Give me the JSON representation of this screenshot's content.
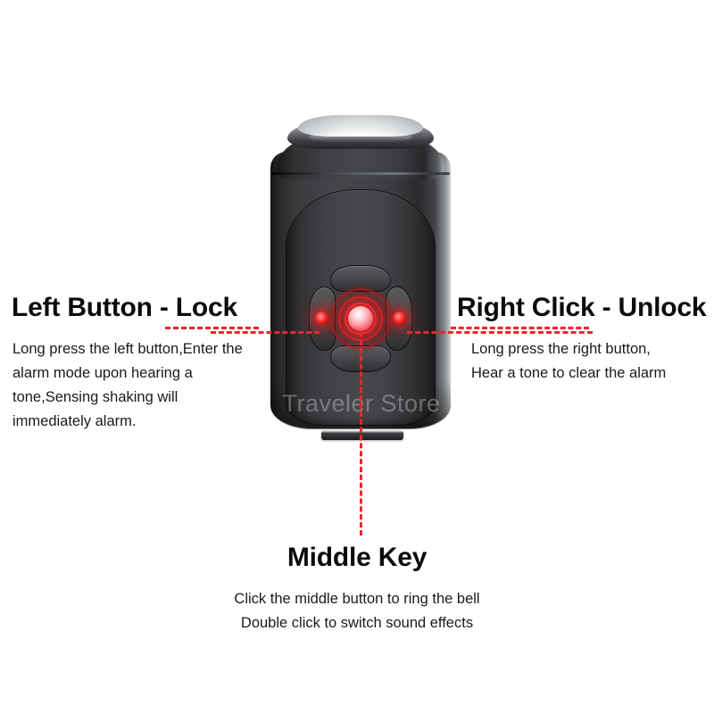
{
  "product": {
    "device_name": "bike-alarm-bell-device",
    "watermark": "Traveler Store",
    "colors": {
      "accent_red": "#e8282c",
      "led_red": "#ff3b3b",
      "body_dark": "#3a3c3f",
      "text_dark": "#0b0b0b"
    }
  },
  "annotations": {
    "left": {
      "heading": "Left Button - Lock",
      "body": "Long press the left button,Enter the alarm mode upon hearing a tone,Sensing shaking will immediately alarm."
    },
    "right": {
      "heading": "Right Click - Unlock",
      "body_line1": "Long press the right button,",
      "body_line2": "Hear a tone to clear the alarm"
    },
    "middle": {
      "heading": "Middle Key",
      "body_line1": "Click the middle button to ring the bell",
      "body_line2": "Double click to switch sound effects"
    }
  }
}
